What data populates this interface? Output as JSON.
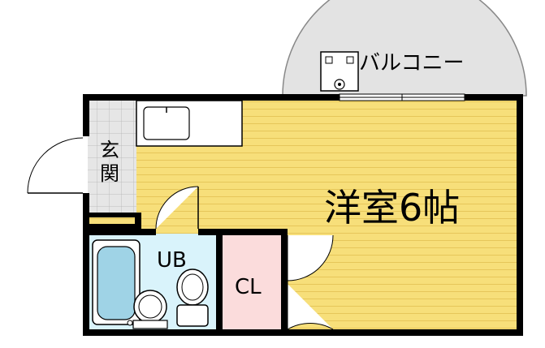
{
  "labels": {
    "balcony": "バルコニー",
    "entrance": "玄関",
    "western_room": "洋室6帖",
    "unit_bath": "UB",
    "closet": "CL"
  },
  "colors": {
    "floor_wood": "#f7df7a",
    "floor_wood_line": "#e6c65a",
    "bath": "#d9f3fb",
    "closet": "#fbdcdc",
    "balcony": "#e3e3e3",
    "tile": "#e6e6e6",
    "wall": "#000000"
  }
}
